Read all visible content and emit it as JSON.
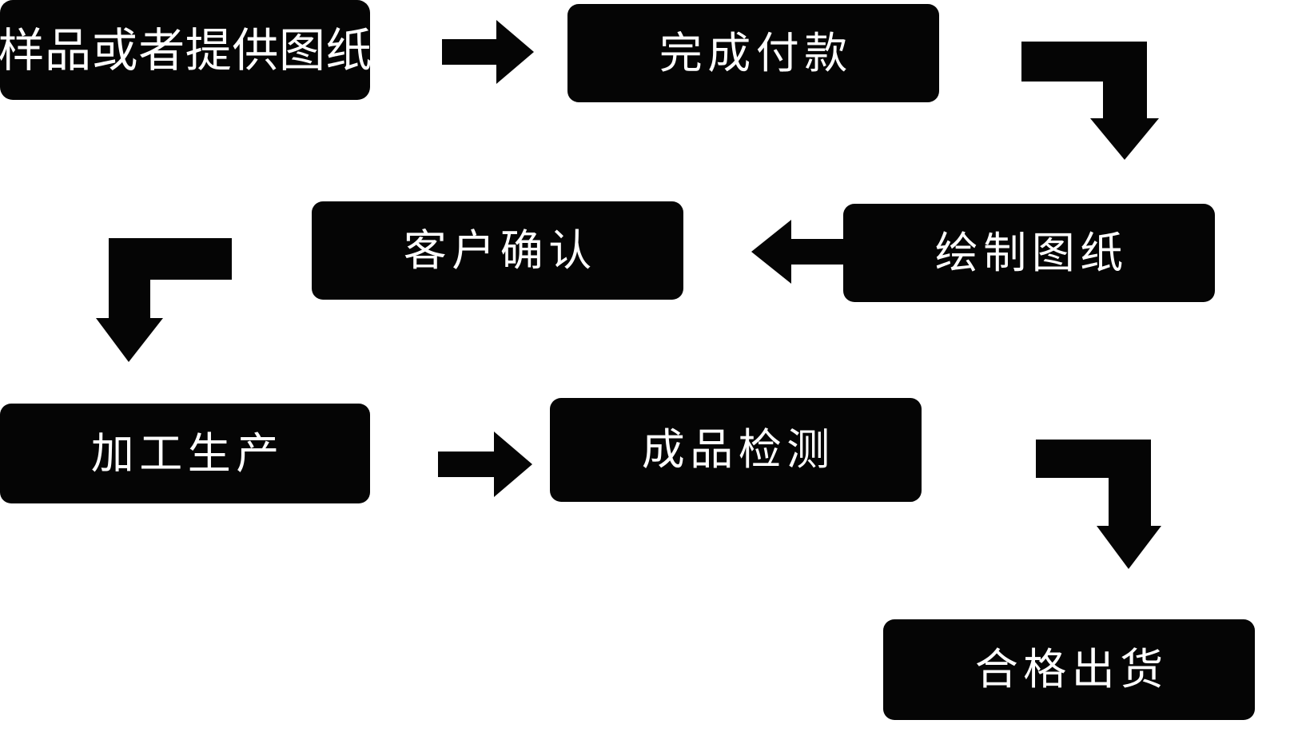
{
  "diagram": {
    "title_text": "",
    "background_color": "#ffffff",
    "node_fill_color": "#050505",
    "node_text_color": "#ffffff",
    "arrow_color": "#050505",
    "nodes": [
      {
        "id": "sample",
        "label": "样品或者提供图纸",
        "row": 1,
        "order": 1
      },
      {
        "id": "payment",
        "label": "完成付款",
        "row": 1,
        "order": 2
      },
      {
        "id": "drawing",
        "label": "绘制图纸",
        "row": 2,
        "order": 3
      },
      {
        "id": "confirm",
        "label": "客户确认",
        "row": 2,
        "order": 4
      },
      {
        "id": "produce",
        "label": "加工生产",
        "row": 3,
        "order": 5
      },
      {
        "id": "inspect",
        "label": "成品检测",
        "row": 3,
        "order": 6
      },
      {
        "id": "ship",
        "label": "合格出货",
        "row": 4,
        "order": 7
      }
    ],
    "connectors": [
      {
        "id": "sample-to-payment",
        "from": "sample",
        "to": "payment",
        "shape": "arrow-right"
      },
      {
        "id": "payment-to-drawing",
        "from": "payment",
        "to": "drawing",
        "shape": "elbow-right-down"
      },
      {
        "id": "drawing-to-confirm",
        "from": "drawing",
        "to": "confirm",
        "shape": "arrow-left"
      },
      {
        "id": "confirm-to-produce",
        "from": "confirm",
        "to": "produce",
        "shape": "elbow-left-down"
      },
      {
        "id": "produce-to-inspect",
        "from": "produce",
        "to": "inspect",
        "shape": "arrow-right"
      },
      {
        "id": "inspect-to-ship",
        "from": "inspect",
        "to": "ship",
        "shape": "elbow-right-down"
      }
    ]
  }
}
